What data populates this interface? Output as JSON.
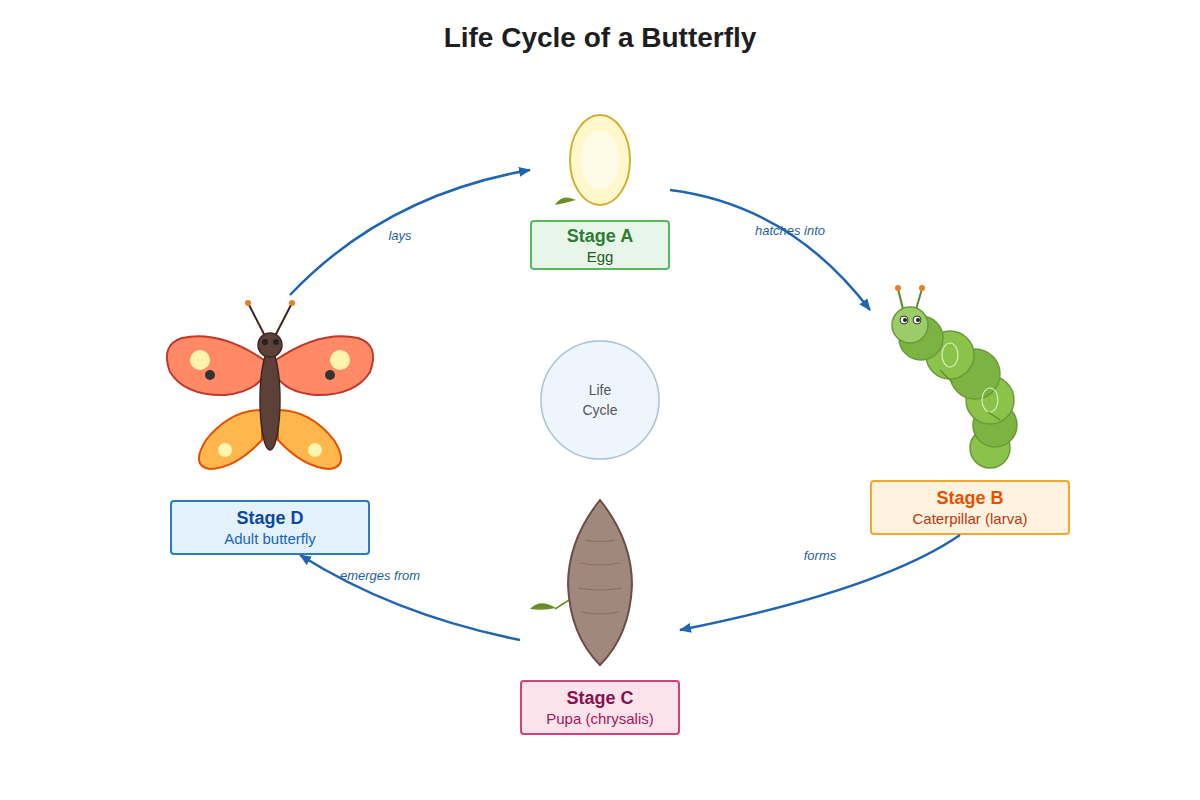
{
  "diagram": {
    "title": "Life Cycle of a Butterfly",
    "nodes": [
      {
        "text": [
          "Stage A",
          "Egg"
        ]
      },
      {
        "text": [
          "Stage B",
          "Caterpillar (larva)"
        ]
      },
      {
        "text": [
          "Stage C",
          "Pupa (chrysalis)"
        ]
      },
      {
        "text": [
          "Stage D",
          "Adult butterfly"
        ]
      },
      {
        "text": [
          "Life Cycle"
        ]
      }
    ],
    "edges": [
      {
        "from": 3,
        "to": 0,
        "label": "lays",
        "arrow": "to"
      },
      {
        "from": 0,
        "to": 1,
        "label": "hatches into",
        "arrow": "to"
      },
      {
        "from": 1,
        "to": 2,
        "label": "forms",
        "arrow": "to"
      },
      {
        "from": 2,
        "to": 3,
        "label": "emerges from",
        "arrow": "to"
      }
    ]
  }
}
